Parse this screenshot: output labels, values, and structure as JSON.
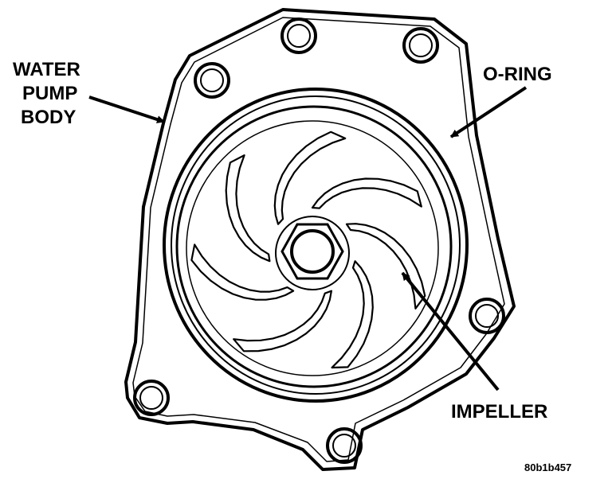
{
  "labels": {
    "water_pump_body_line1": "WATER",
    "water_pump_body_line2": "PUMP",
    "water_pump_body_line3": "BODY",
    "o_ring": "O-RING",
    "impeller": "IMPELLER"
  },
  "figure_id": "80b1b457",
  "colors": {
    "ink": "#000000",
    "paper": "#ffffff"
  }
}
